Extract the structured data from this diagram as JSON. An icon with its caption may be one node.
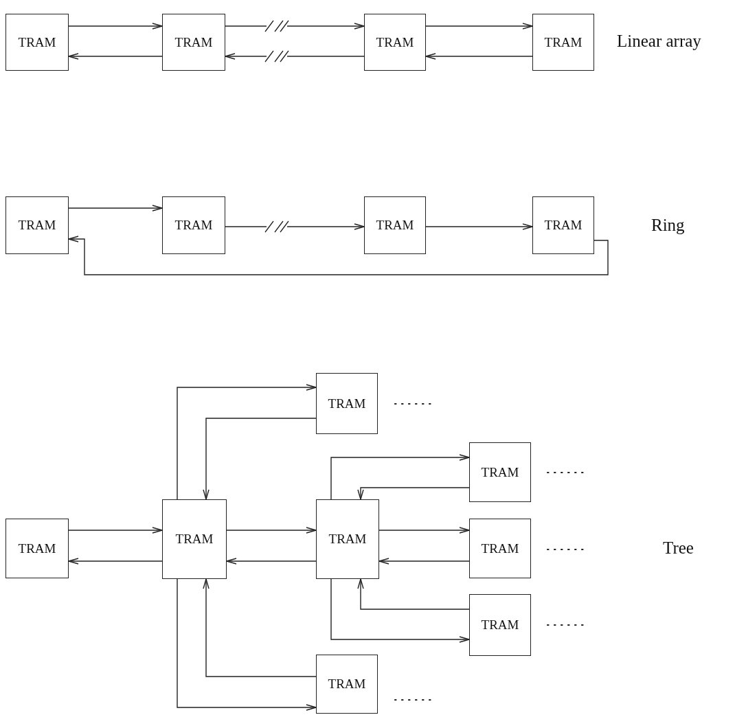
{
  "diagram": {
    "nodes": [
      {
        "text": [
          "TRAM"
        ]
      },
      {
        "text": [
          "TRAM"
        ]
      },
      {
        "text": [
          "TRAM"
        ]
      },
      {
        "text": [
          "TRAM"
        ]
      },
      {
        "text": [
          "TRAM"
        ]
      },
      {
        "text": [
          "TRAM"
        ]
      },
      {
        "text": [
          "TRAM"
        ]
      },
      {
        "text": [
          "TRAM"
        ]
      },
      {
        "text": [
          "TRAM"
        ]
      },
      {
        "text": [
          "TRAM"
        ]
      },
      {
        "text": [
          "TRAM"
        ]
      },
      {
        "text": [
          "TRAM"
        ]
      },
      {
        "text": [
          "TRAM"
        ]
      },
      {
        "text": [
          "TRAM"
        ]
      },
      {
        "text": [
          "TRAM"
        ]
      },
      {
        "text": [
          "TRAM"
        ]
      }
    ],
    "edges": [
      {
        "from": 0,
        "to": 1,
        "arrow": "to"
      },
      {
        "from": 1,
        "to": 0,
        "arrow": "to"
      },
      {
        "from": 1,
        "to": 2,
        "arrow": "to"
      },
      {
        "from": 2,
        "to": 1,
        "arrow": "to"
      },
      {
        "from": 2,
        "to": 3,
        "arrow": "to"
      },
      {
        "from": 3,
        "to": 2,
        "arrow": "to"
      },
      {
        "from": 4,
        "to": 5,
        "arrow": "to"
      },
      {
        "from": 5,
        "to": 6,
        "arrow": "to"
      },
      {
        "from": 6,
        "to": 7,
        "arrow": "to"
      },
      {
        "from": 7,
        "to": 4,
        "arrow": "to"
      },
      {
        "from": 8,
        "to": 9,
        "arrow": "to"
      },
      {
        "from": 9,
        "to": 8,
        "arrow": "to"
      },
      {
        "from": 9,
        "to": 10,
        "arrow": "to"
      },
      {
        "from": 10,
        "to": 9,
        "arrow": "to"
      },
      {
        "from": 9,
        "to": 11,
        "arrow": "to"
      },
      {
        "from": 11,
        "to": 9,
        "arrow": "to"
      },
      {
        "from": 9,
        "to": 15,
        "arrow": "to"
      },
      {
        "from": 15,
        "to": 9,
        "arrow": "to"
      },
      {
        "from": 11,
        "to": 12,
        "arrow": "to"
      },
      {
        "from": 12,
        "to": 11,
        "arrow": "to"
      },
      {
        "from": 11,
        "to": 13,
        "arrow": "to"
      },
      {
        "from": 13,
        "to": 11,
        "arrow": "to"
      },
      {
        "from": 11,
        "to": 14,
        "arrow": "to"
      },
      {
        "from": 14,
        "to": 11,
        "arrow": "to"
      }
    ],
    "labels": [
      "Linear array",
      "Ring",
      "Tree"
    ]
  }
}
